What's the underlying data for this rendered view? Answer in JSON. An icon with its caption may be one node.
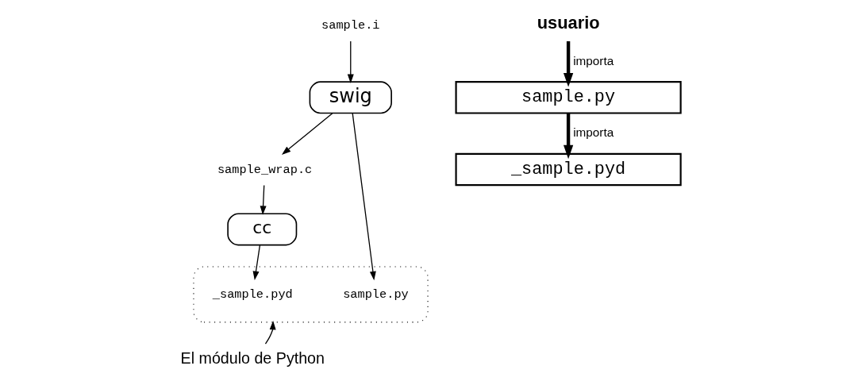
{
  "diagram": {
    "nodes": [
      {
        "text": [
          "sample.i"
        ]
      },
      {
        "text": [
          "swig"
        ]
      },
      {
        "text": [
          "sample_wrap.c"
        ]
      },
      {
        "text": [
          "cc"
        ]
      },
      {
        "text": [],
        "shape": "box"
      },
      {
        "text": [
          "_sample.pyd"
        ],
        "in": 4
      },
      {
        "text": [
          "sample.py"
        ],
        "in": 4
      },
      {
        "text": [
          "El módulo de Python"
        ]
      },
      {
        "text": [
          "usuario"
        ]
      },
      {
        "text": [
          "sample.py"
        ]
      },
      {
        "text": [
          "_sample.pyd"
        ]
      }
    ],
    "edges": [
      {
        "from": 0,
        "to": 1,
        "arrow": "to"
      },
      {
        "from": 1,
        "to": 2,
        "arrow": "to"
      },
      {
        "from": 1,
        "to": 6,
        "arrow": "to"
      },
      {
        "from": 2,
        "to": 3,
        "arrow": "to"
      },
      {
        "from": 3,
        "to": 5,
        "arrow": "to"
      },
      {
        "from": 7,
        "to": 4,
        "arrow": "to"
      },
      {
        "from": 8,
        "to": 9,
        "arrow": "to",
        "label": "importa",
        "style": "thick"
      },
      {
        "from": 9,
        "to": 10,
        "arrow": "to",
        "label": "importa",
        "style": "thick"
      }
    ]
  }
}
